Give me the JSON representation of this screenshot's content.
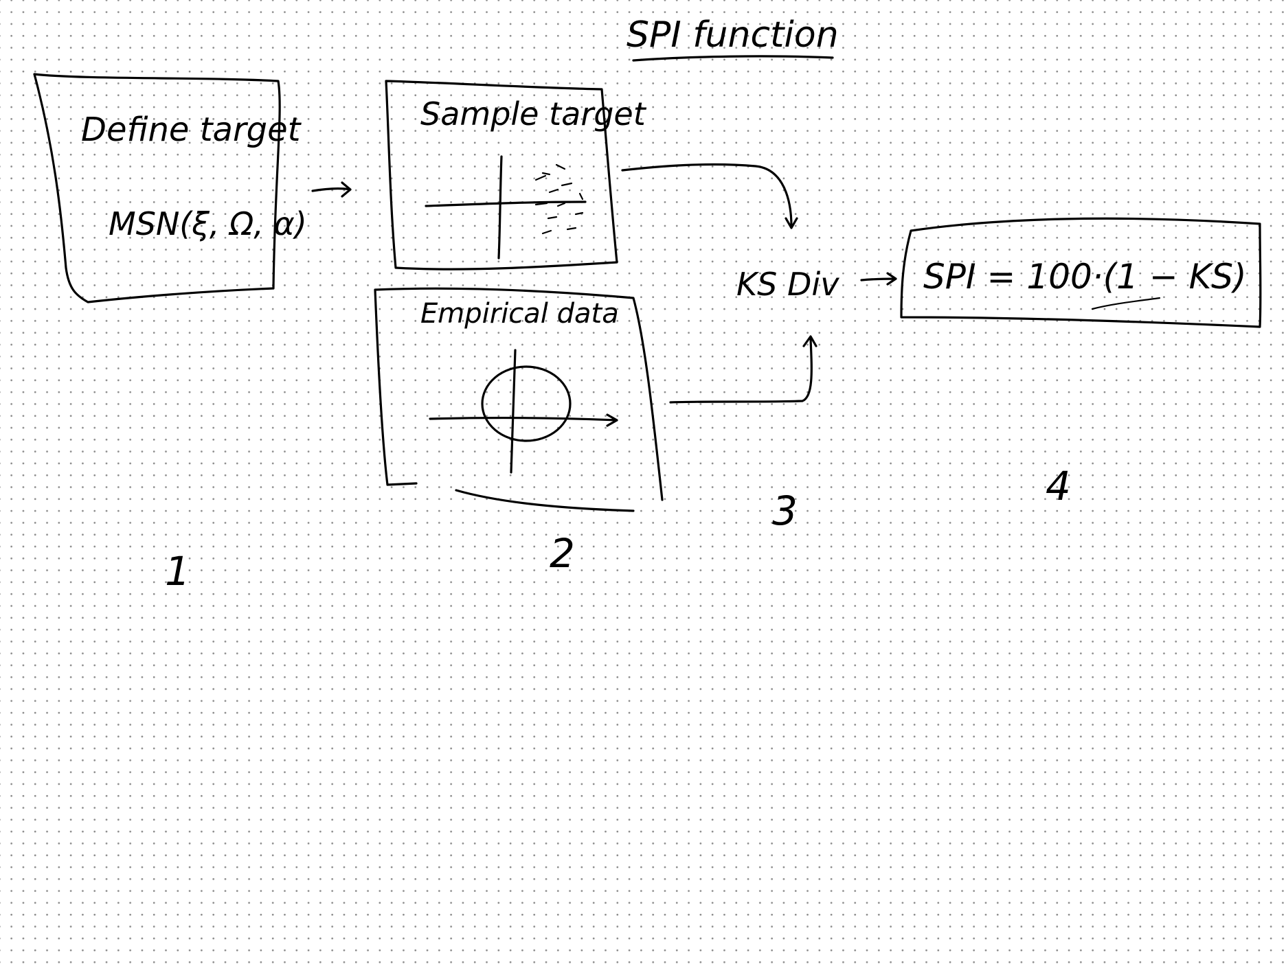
{
  "title": "SPI function",
  "steps": [
    {
      "number": "1",
      "label": "Define target",
      "formula": "MSN(ξ, Ω, α)"
    },
    {
      "number": "2",
      "panels": [
        {
          "label": "Sample target"
        },
        {
          "label": "Empirical data"
        }
      ]
    },
    {
      "number": "3",
      "label": "KS Div"
    },
    {
      "number": "4",
      "formula": "SPI = 100·(1 − KS)"
    }
  ],
  "colors": {
    "ink": "#000000",
    "background": "#ffffff",
    "dot_grid": "#8c8c8c"
  }
}
